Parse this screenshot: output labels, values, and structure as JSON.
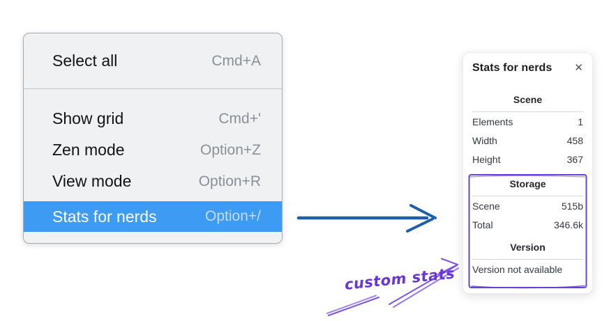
{
  "context_menu": {
    "items": [
      {
        "label": "Select all",
        "shortcut": "Cmd+A",
        "highlighted": false
      },
      {
        "label": "Show grid",
        "shortcut": "Cmd+'",
        "highlighted": false
      },
      {
        "label": "Zen mode",
        "shortcut": "Option+Z",
        "highlighted": false
      },
      {
        "label": "View mode",
        "shortcut": "Option+R",
        "highlighted": false
      },
      {
        "label": "Stats for nerds",
        "shortcut": "Option+/",
        "highlighted": true
      }
    ],
    "colors": {
      "background": "#f0f1f3",
      "border": "#a4abb2",
      "highlight": "#3e9bf3",
      "highlight_text": "#ffffff",
      "label_text": "#131313",
      "shortcut_text": "#8a9096"
    }
  },
  "flow_arrow": {
    "color": "#1d5fa8",
    "direction": "right"
  },
  "stats_panel": {
    "title": "Stats for nerds",
    "close_icon": "✕",
    "sections": [
      {
        "heading": "Scene",
        "rows": [
          {
            "label": "Elements",
            "value": "1"
          },
          {
            "label": "Width",
            "value": "458"
          },
          {
            "label": "Height",
            "value": "367"
          }
        ]
      },
      {
        "heading": "Storage",
        "rows": [
          {
            "label": "Scene",
            "value": "515b"
          },
          {
            "label": "Total",
            "value": "346.6k"
          }
        ]
      },
      {
        "heading": "Version",
        "message": "Version not available"
      }
    ]
  },
  "annotation": {
    "text": "custom stats",
    "text_color": "#6935d3",
    "box_color": "#6741d9",
    "arrow_color": "#7a52e8"
  }
}
